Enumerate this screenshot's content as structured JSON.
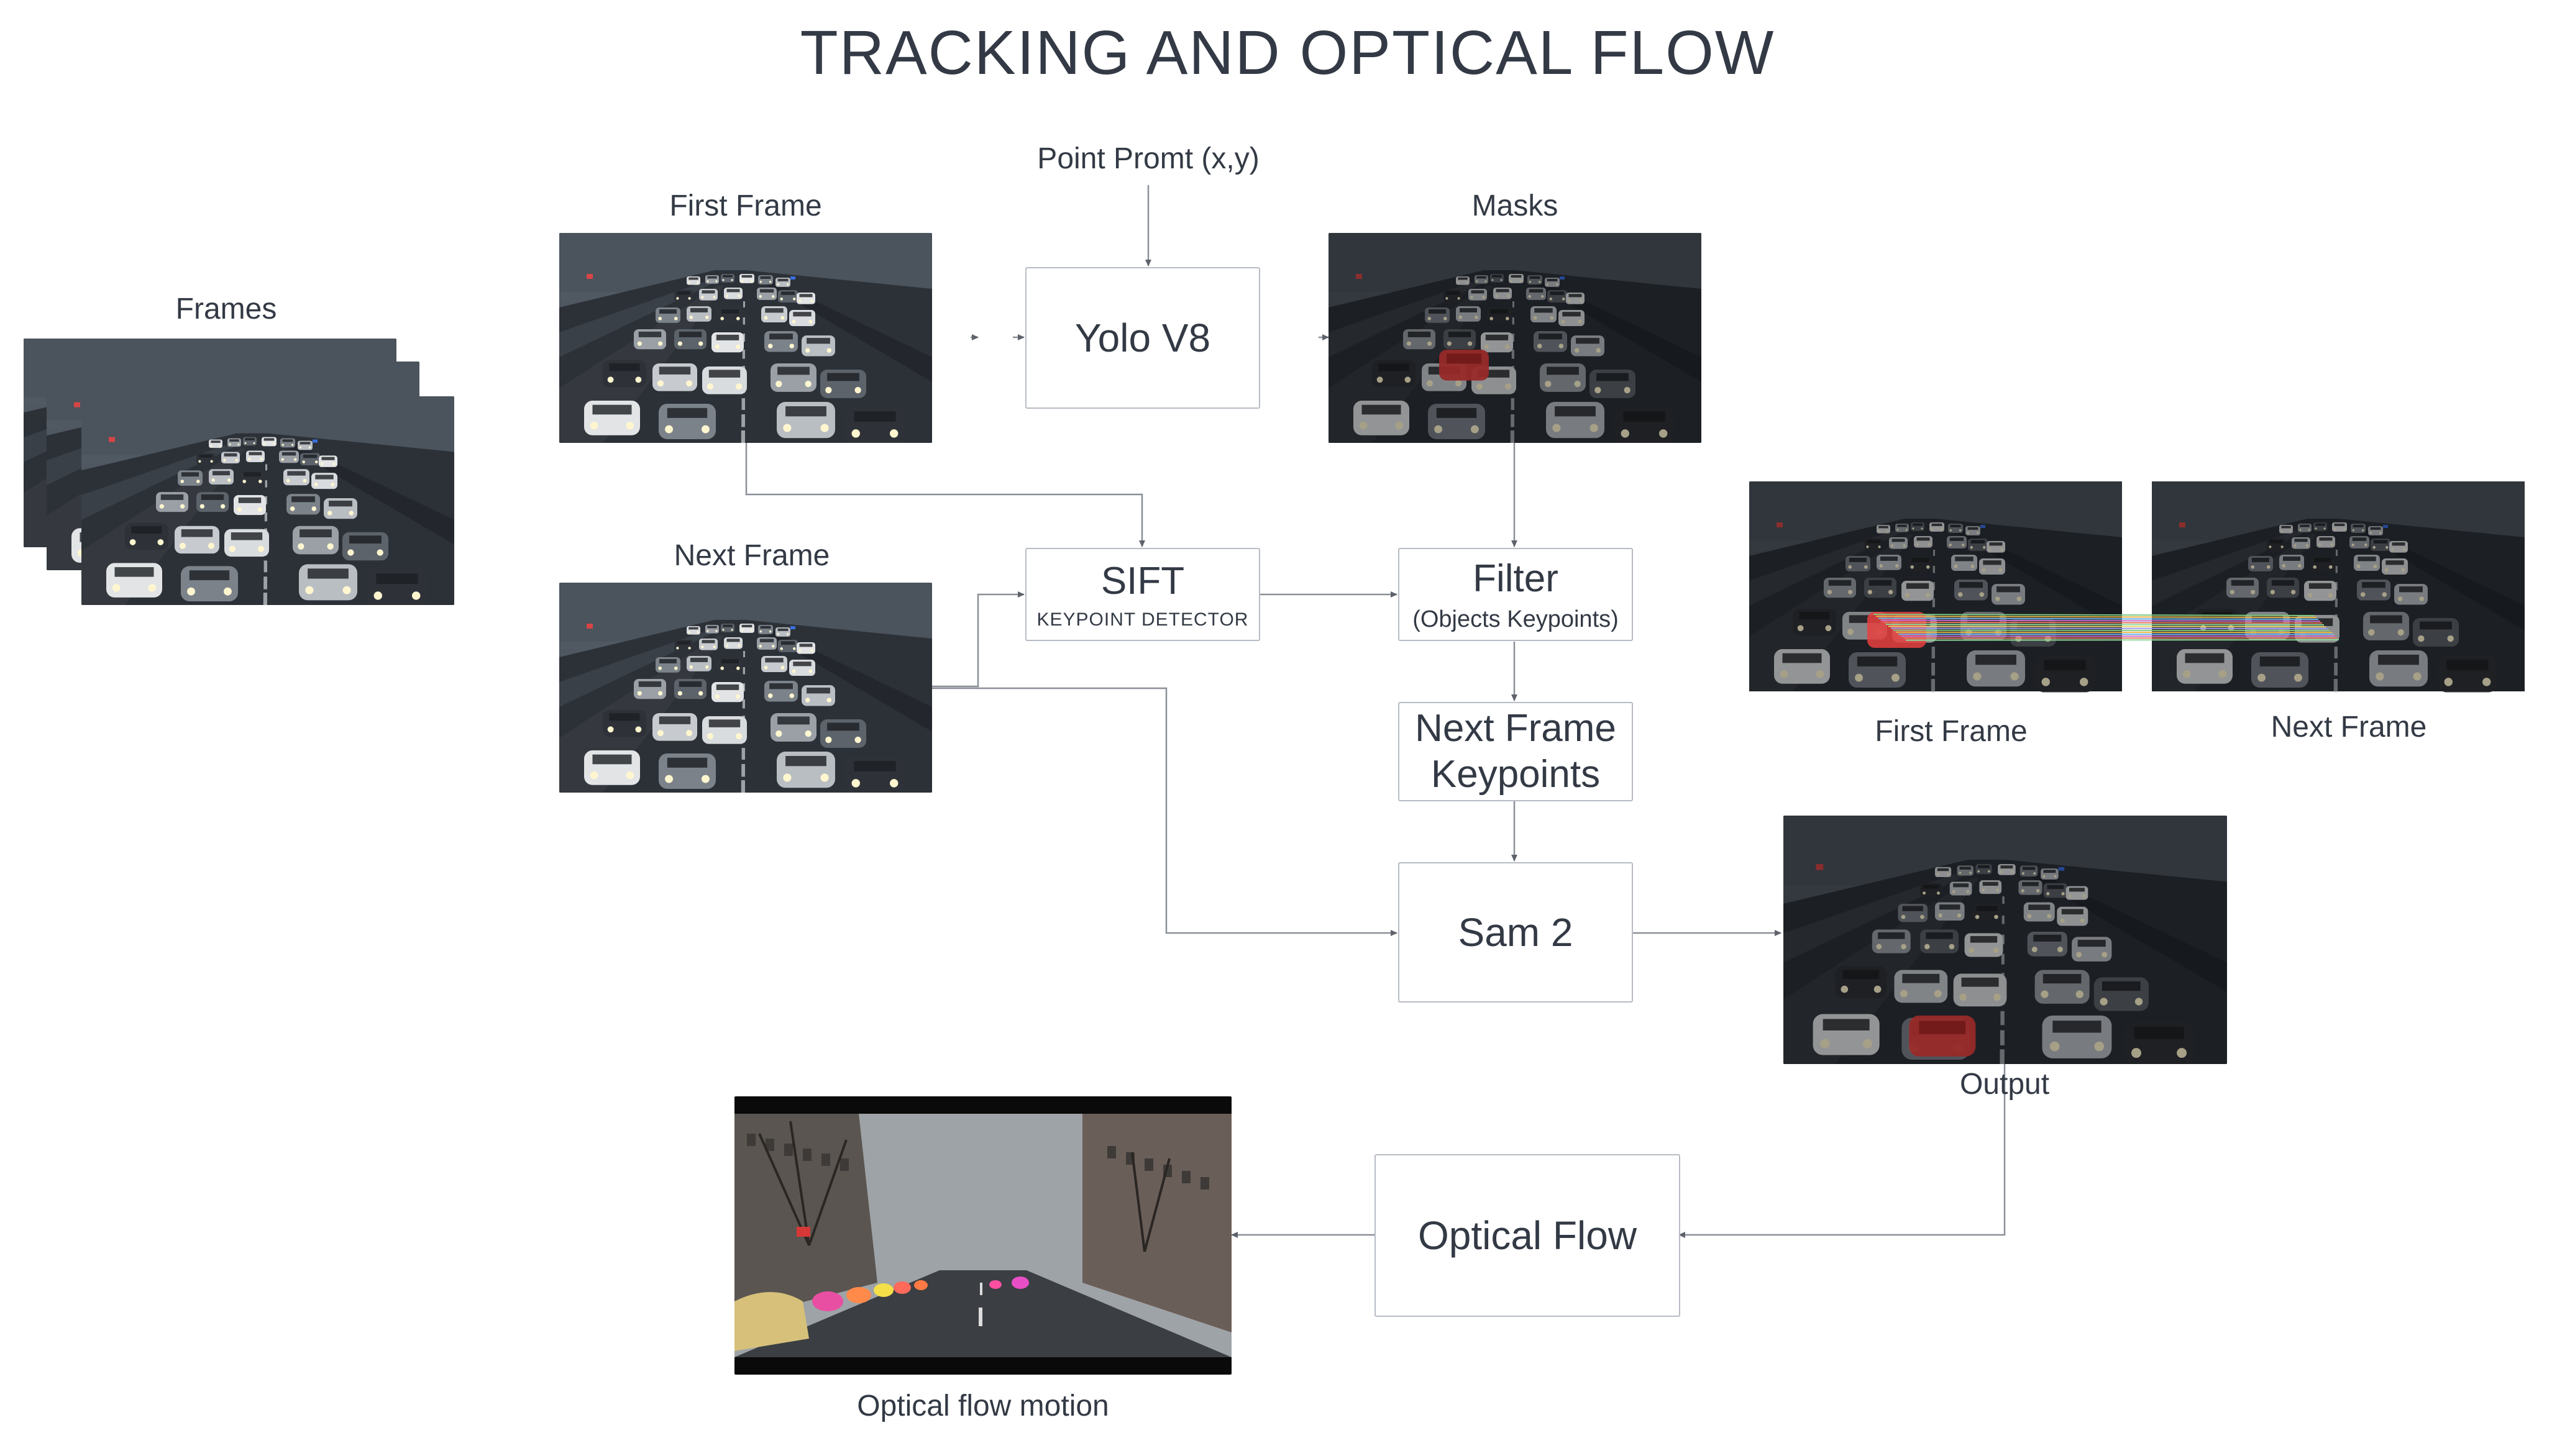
{
  "title": "TRACKING AND OPTICAL FLOW",
  "labels": {
    "frames": "Frames",
    "first_frame": "First Frame",
    "next_frame": "Next Frame",
    "point_prompt": "Point Promt (x,y)",
    "masks": "Masks",
    "output": "Output",
    "match_first": "First Frame",
    "match_next": "Next Frame",
    "optical_flow_motion": "Optical flow motion"
  },
  "boxes": {
    "yolo": "Yolo V8",
    "sift_title": "SIFT",
    "sift_sub": "KEYPOINT DETECTOR",
    "filter_title": "Filter",
    "filter_sub": "(Objects Keypoints)",
    "nfk_line1": "Next Frame",
    "nfk_line2": "Keypoints",
    "sam": "Sam 2",
    "optical_flow": "Optical Flow"
  },
  "colors": {
    "text": "#333a45",
    "box_border": "#b7bcc4",
    "wire": "#8a8f98",
    "mask_red": "#e8403e",
    "road_dark": "#2b3038"
  },
  "icons": {
    "traffic_image": "highway-traffic-photo",
    "street_image": "city-street-photo"
  }
}
